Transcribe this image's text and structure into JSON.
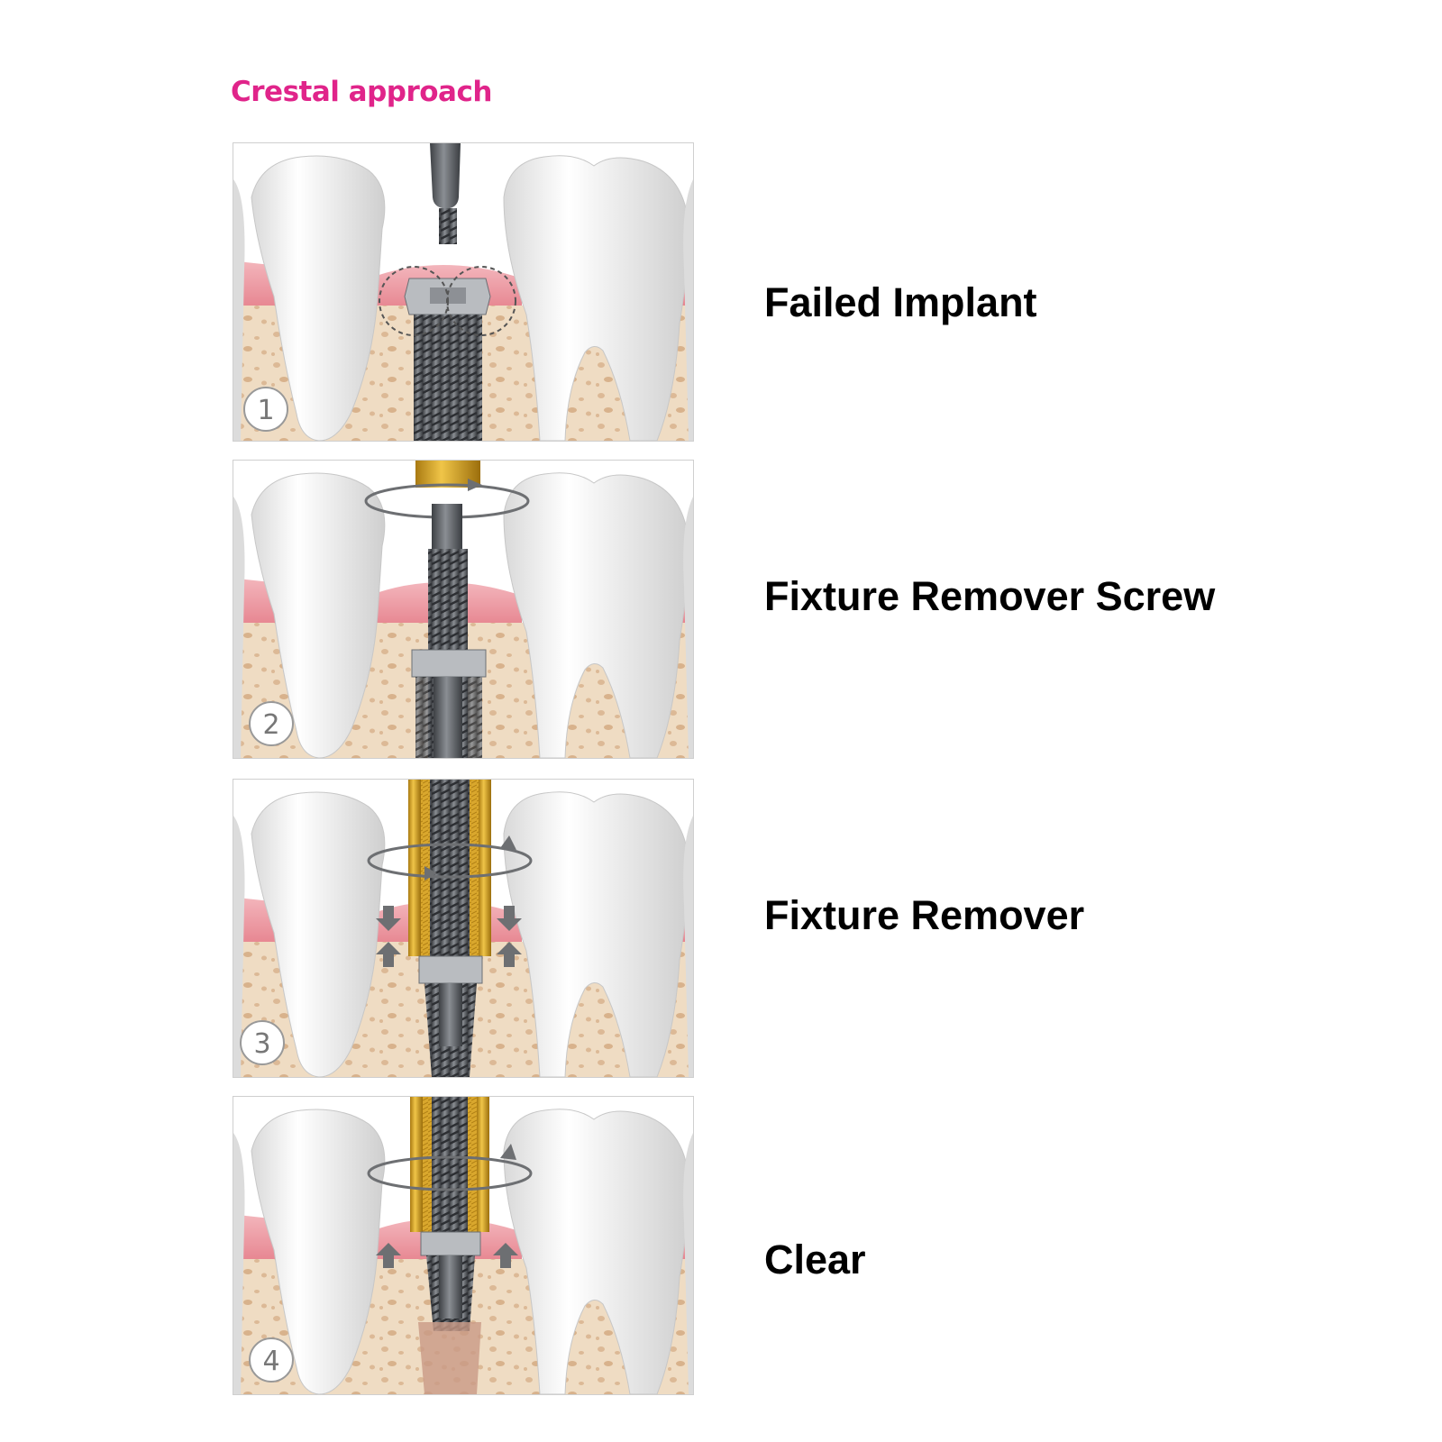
{
  "title": "Crestal approach",
  "colors": {
    "title": "#e0248a",
    "gum": "#e98d97",
    "bone": "#efdcc3",
    "bone_pores": "#dcb996",
    "tooth": "#f4f4f4",
    "implant": "#5b5f64",
    "remover_gold": "#d4a126",
    "arrow": "#6d6f72"
  },
  "steps": [
    {
      "number": "1",
      "label": "Failed Implant"
    },
    {
      "number": "2",
      "label": "Fixture Remover Screw"
    },
    {
      "number": "3",
      "label": "Fixture Remover"
    },
    {
      "number": "4",
      "label": "Clear"
    }
  ]
}
